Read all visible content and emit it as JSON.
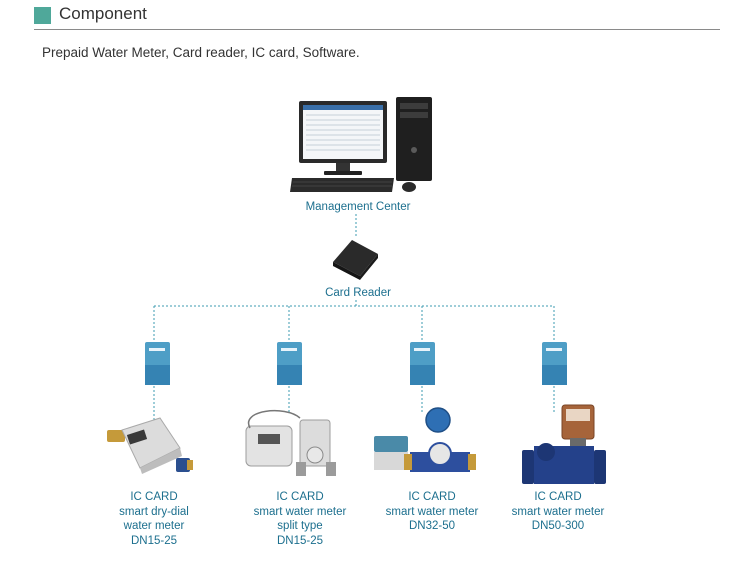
{
  "header": {
    "title": "Component"
  },
  "description": "Prepaid Water Meter, Card reader, IC card, Software.",
  "nodes": {
    "management_center": "Management Center",
    "card_reader": "Card Reader"
  },
  "meters": [
    {
      "lines": [
        "IC CARD",
        "smart dry-dial",
        "water meter",
        "DN15-25"
      ]
    },
    {
      "lines": [
        "IC CARD",
        "smart water meter",
        "split type",
        "DN15-25"
      ]
    },
    {
      "lines": [
        "IC CARD",
        "smart water meter",
        "DN32-50"
      ]
    },
    {
      "lines": [
        "IC CARD",
        "smart water meter",
        "DN50-300"
      ]
    }
  ],
  "colors": {
    "accent": "#4fa89a",
    "label": "#1c6f8e",
    "connector": "#3d9bb0"
  }
}
